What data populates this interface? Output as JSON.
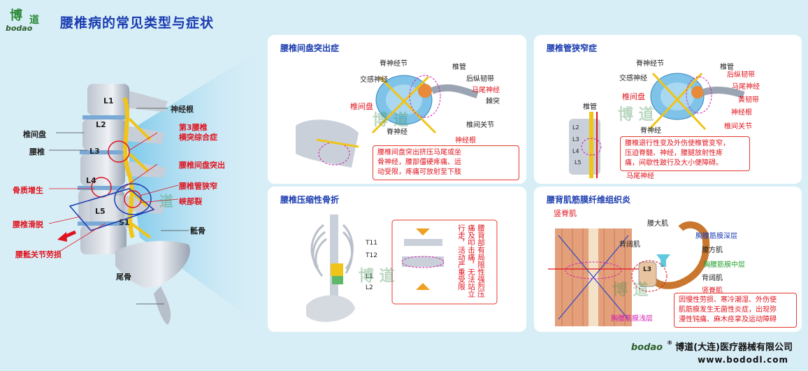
{
  "logo": {
    "brand": "bodao",
    "glyph1": "博",
    "glyph2": "道"
  },
  "title": "腰椎病的常见类型与症状",
  "left": {
    "labels": {
      "shenjinggen": "神经根",
      "zhuijianpan": "椎间盘",
      "yaozhui": "腰椎",
      "guzhi": "骨质增生",
      "huatuo": "腰椎滑脱",
      "dikuan": "腰骶关节劳损",
      "dichi": "骶骨",
      "weigu": "尾骨",
      "hengtu": "第3腰椎\n横突综合症",
      "tuchu": "腰椎间盘突出",
      "xiazhai": "腰椎管狭窄",
      "xiabu": "峡部裂"
    },
    "vertebrae": [
      "L1",
      "L2",
      "L3",
      "L4",
      "L5",
      "S1"
    ]
  },
  "p1": {
    "title": "腰椎间盘突出症",
    "labels": {
      "jishenjingjie": "脊神经节",
      "zhuiguan": "椎管",
      "jiaogan": "交感神经",
      "houzong": "后纵韧带",
      "mawei": "马尾神经",
      "jitu": "棘突",
      "zhuijianpan": "椎间盘",
      "zhuijianguanjie": "椎间关节",
      "jishenjing": "脊神经",
      "shenjinggen": "神经根"
    },
    "note": "腰椎间盘突出挤压马尾或坐\n骨神经，腰部僵硬疼痛、运\n动受限，疼痛可放射至下肢"
  },
  "p2": {
    "title": "腰椎管狭窄症",
    "labels": {
      "jishenjingjie": "脊神经节",
      "zhuiguan": "椎管",
      "jiaogan": "交感神经",
      "houzong": "后纵韧带",
      "mawei": "马尾神经",
      "huangren": "黄韧带",
      "zhuijianpan": "椎间盘",
      "shenjinggen": "神经根",
      "zhuijianguanjie": "椎间关节",
      "jishenjing": "脊神经",
      "zhuiguan2": "椎管",
      "mawei2": "马尾神经"
    },
    "levels": [
      "L2",
      "L3",
      "L4",
      "L5"
    ],
    "note": "腰椎退行性变及外伤使椎管变窄，\n压迫脊髓、神经，腰腿放射性疼\n痛，间歇性跛行及大小便障碍。"
  },
  "p3": {
    "title": "腰椎压缩性骨折",
    "levels": [
      "T11",
      "T12",
      "L1",
      "L2"
    ],
    "vtext": [
      "腰",
      "背",
      "部",
      "有",
      "局",
      "限",
      "性",
      "强",
      "烈",
      "压",
      "痛",
      "及",
      "叩",
      "击",
      "痛",
      "，",
      "无",
      "法",
      "站",
      "立",
      "行",
      "走",
      "，",
      "活",
      "动",
      "严",
      "重",
      "受",
      "限"
    ],
    "vcol1": "腰背部有局限性强烈压",
    "vcol2": "痛及叩击痛，无法站立",
    "vcol3": "行走，活动严重受限"
  },
  "p4": {
    "title": "腰背肌筋膜纤维组织炎",
    "labels": {
      "shuji": "竖脊肌",
      "yaodaji": "腰大肌",
      "shenceng": "胸腰筋膜深层",
      "beikuo": "背阔肌",
      "yaofang": "腰方肌",
      "zhongceng": "胸腰筋膜中层",
      "beikuo2": "背阔肌",
      "shuji2": "竖脊肌",
      "qianceng": "胸腰筋膜浅层",
      "l3": "L3"
    },
    "note": "因慢性劳损、寒冷潮湿、外伤使\n肌筋膜发生无菌性炎症，出现弥\n漫性钝痛、麻木痉挛及运动障碍"
  },
  "footer": {
    "brand": "bodao",
    "reg": "®",
    "company": "博道(大连)医疗器械有限公司",
    "url": "www.bododl.com"
  }
}
